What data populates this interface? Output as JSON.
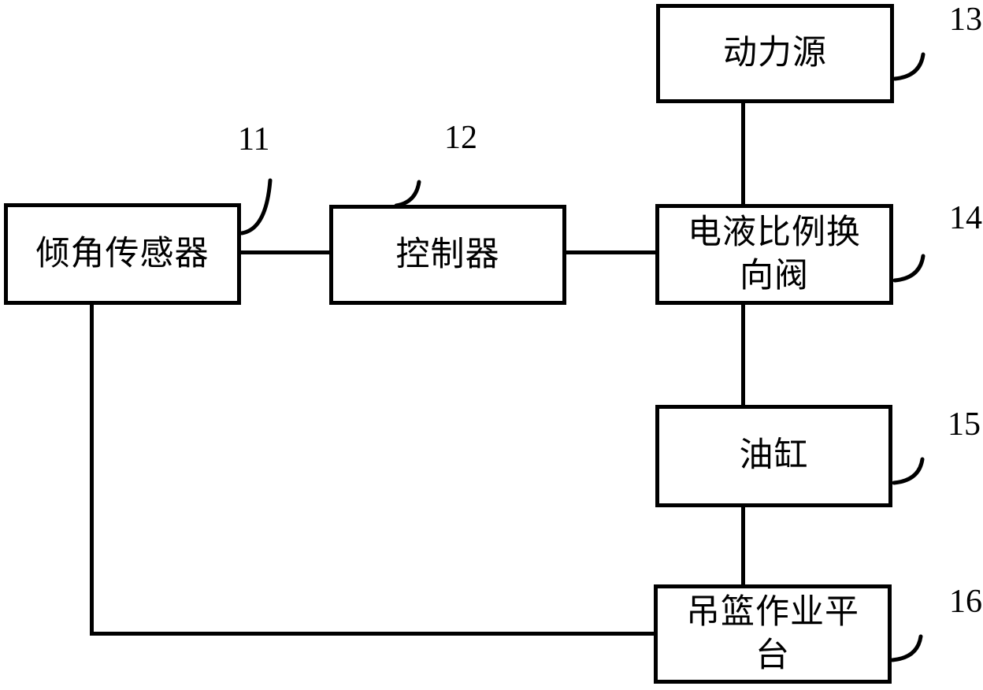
{
  "diagram": {
    "type": "block-diagram",
    "background_color": "#ffffff",
    "line_color": "#000000"
  },
  "blocks": {
    "tilt_sensor": {
      "label": "倾角传感器",
      "ref": "11"
    },
    "controller": {
      "label": "控制器",
      "ref": "12"
    },
    "power_source": {
      "label": "动力源",
      "ref": "13"
    },
    "valve": {
      "label": "电液比例换向阀",
      "ref": "14"
    },
    "cylinder": {
      "label": "油缸",
      "ref": "15"
    },
    "platform": {
      "label": "吊篮作业平台",
      "ref": "16"
    }
  },
  "connections": [
    {
      "from": "tilt_sensor",
      "to": "controller",
      "style": "straight"
    },
    {
      "from": "controller",
      "to": "valve",
      "style": "straight"
    },
    {
      "from": "power_source",
      "to": "valve",
      "style": "straight"
    },
    {
      "from": "valve",
      "to": "cylinder",
      "style": "straight"
    },
    {
      "from": "cylinder",
      "to": "platform",
      "style": "straight"
    },
    {
      "from": "tilt_sensor",
      "to": "platform",
      "style": "elbow"
    }
  ]
}
